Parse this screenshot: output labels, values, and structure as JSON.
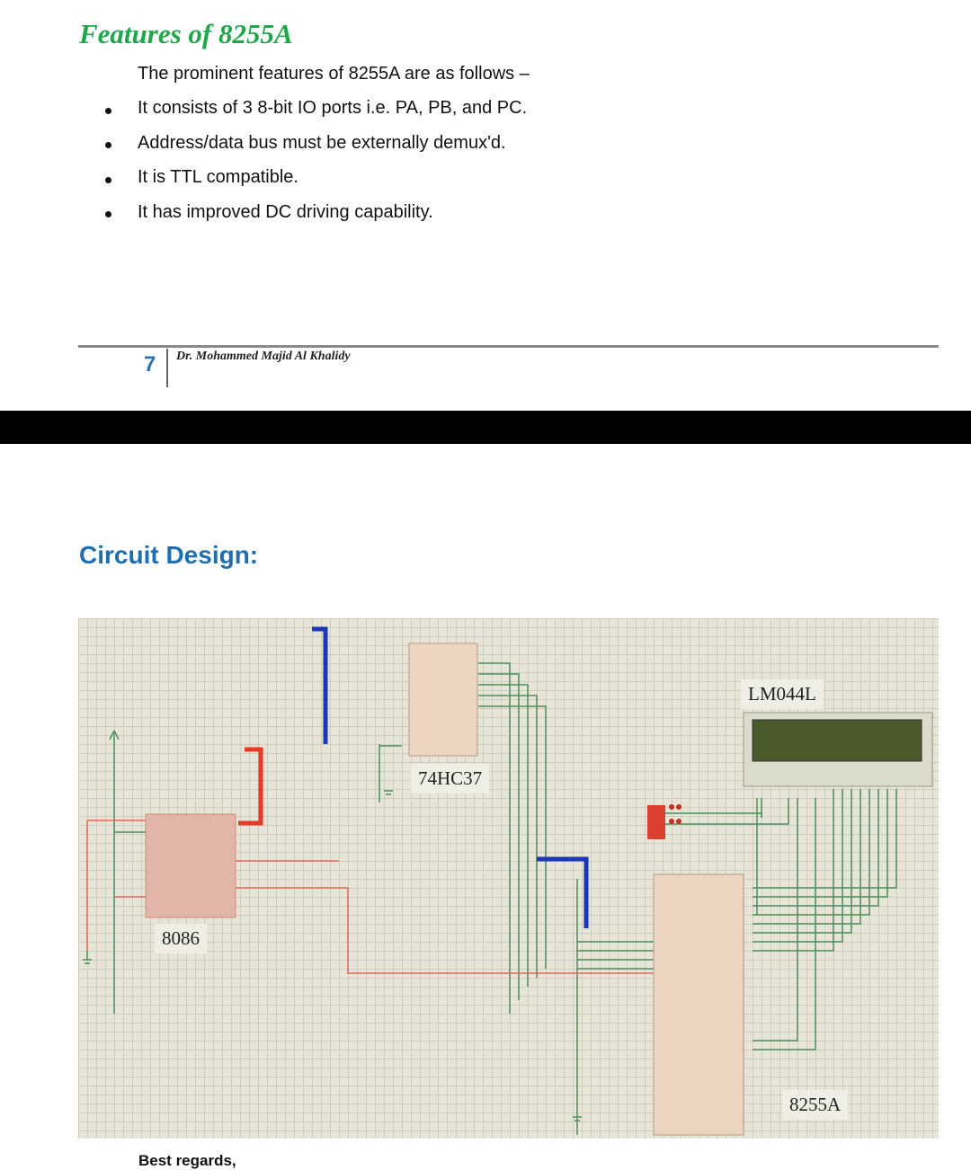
{
  "features": {
    "title": "Features of 8255A",
    "intro": "The prominent features of 8255A are as follows –",
    "bullets": [
      "It consists of 3 8-bit IO ports i.e. PA, PB, and PC.",
      "Address/data bus must be externally demux'd.",
      "It is TTL compatible.",
      "It has improved DC driving capability."
    ]
  },
  "footer": {
    "page_number": "7",
    "author": "Dr. Mohammed Majid Al Khalidy"
  },
  "circuit": {
    "title": "Circuit Design:",
    "labels": {
      "processor": "8086",
      "latch": "74HC37",
      "display": "LM044L",
      "ppi": "8255A"
    }
  },
  "closing": "Best regards,"
}
